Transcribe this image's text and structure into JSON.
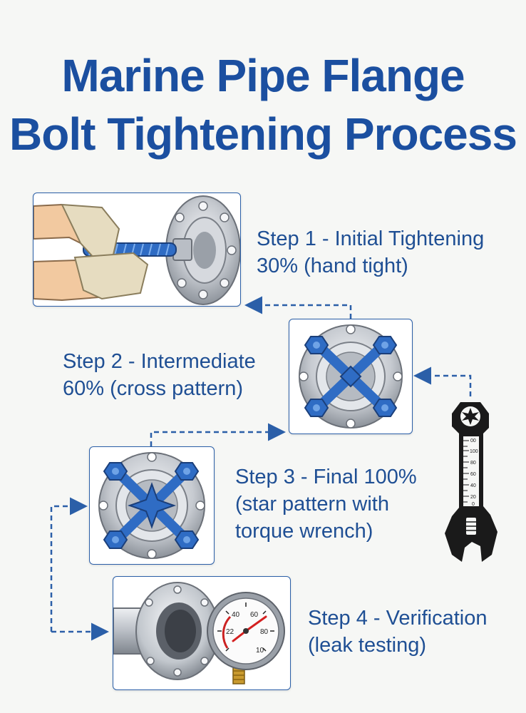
{
  "title": {
    "line1": "Marine Pipe Flange",
    "line2": "Bolt Tightening Process"
  },
  "steps": [
    {
      "heading": "Step 1 - Initial Tightening",
      "detail": "30% (hand tight)",
      "image_icon": "hand-tightening-bolt-icon"
    },
    {
      "heading": "Step 2 - Intermediate",
      "detail": "60% (cross pattern)",
      "image_icon": "cross-pattern-flange-icon"
    },
    {
      "heading": "Step 3 - Final 100%",
      "detail": "(star pattern with",
      "detail2": "torque wrench)",
      "image_icon": "star-pattern-flange-icon"
    },
    {
      "heading": "Step 4 - Verification",
      "detail": "(leak testing)",
      "image_icon": "pressure-gauge-flange-icon"
    }
  ],
  "gauge": {
    "ticks": [
      "22",
      "40",
      "60",
      "80",
      "10"
    ]
  },
  "wrench": {
    "ticks": [
      "00",
      "100",
      "80",
      "60",
      "40",
      "20",
      "0"
    ]
  },
  "colors": {
    "title": "#1b4fa0",
    "text": "#1f4f94",
    "border": "#2b5fa8",
    "bolt_blue": "#2f6cc4"
  }
}
